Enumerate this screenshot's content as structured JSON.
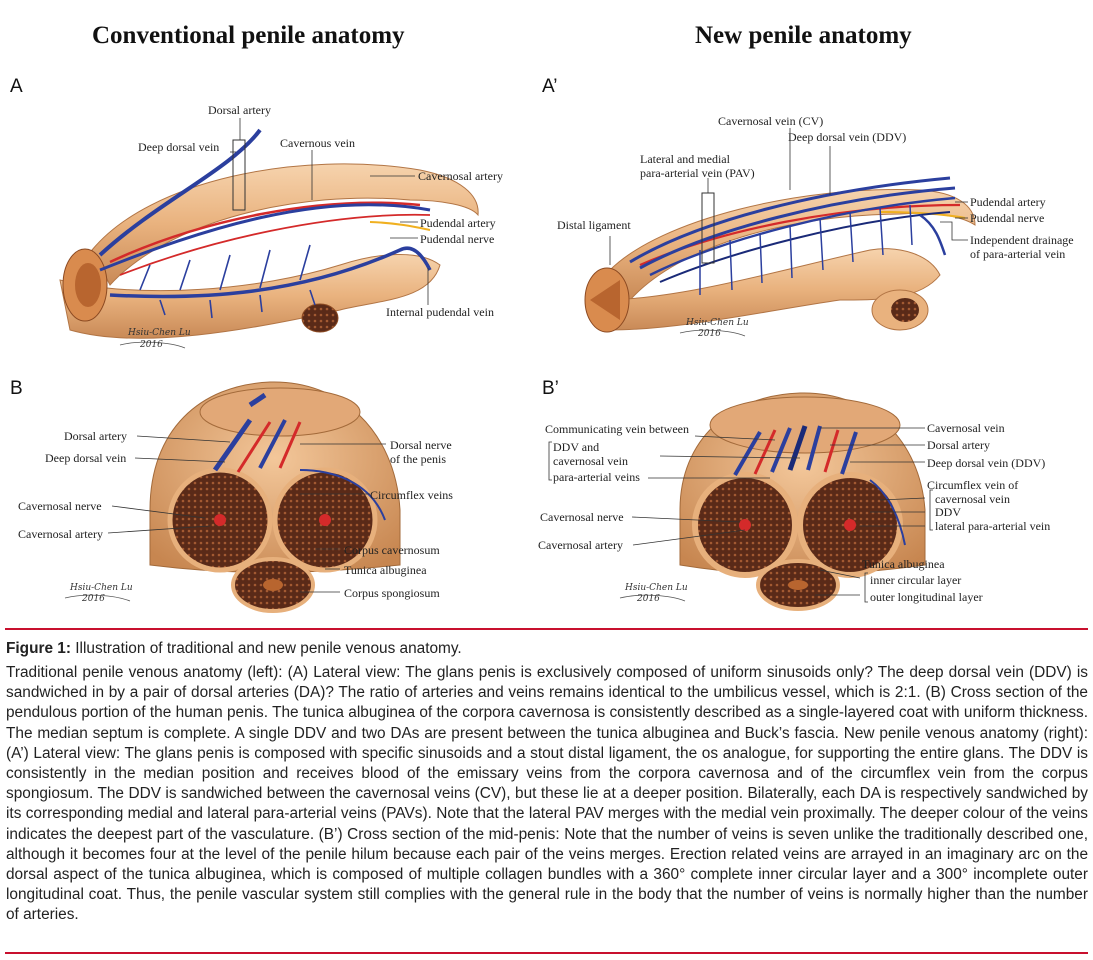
{
  "titles": {
    "left": "Conventional penile anatomy",
    "right": "New penile anatomy"
  },
  "panels": {
    "A": {
      "letter": "A",
      "labels": {
        "dorsal_artery": "Dorsal artery",
        "deep_dorsal_vein": "Deep dorsal vein",
        "cavernous_vein": "Cavernous vein",
        "cavernosal_artery": "Cavernosal artery",
        "pudendal_artery": "Pudendal artery",
        "pudendal_nerve": "Pudendal nerve",
        "internal_pudendal_vein": "Internal pudendal vein"
      }
    },
    "A_prime": {
      "letter": "A’",
      "labels": {
        "cavernosal_vein": "Cavernosal vein (CV)",
        "deep_dorsal_vein": "Deep dorsal vein (DDV)",
        "pav_line1": "Lateral and medial",
        "pav_line2": "para-arterial vein (PAV)",
        "distal_ligament": "Distal ligament",
        "pudendal_artery": "Pudendal artery",
        "pudendal_nerve": "Pudendal nerve",
        "independent_line1": "Independent drainage",
        "independent_line2": "of para-arterial vein"
      }
    },
    "B": {
      "letter": "B",
      "labels": {
        "dorsal_artery": "Dorsal artery",
        "deep_dorsal_vein": "Deep dorsal vein",
        "dorsal_nerve_line1": "Dorsal nerve",
        "dorsal_nerve_line2": "of the penis",
        "circumflex_veins": "Circumflex veins",
        "cavernosal_nerve": "Cavernosal nerve",
        "cavernosal_artery": "Cavernosal artery",
        "corpus_cavernosum": "Corpus cavernosum",
        "tunica_albuginea": "Tunica albuginea",
        "corpus_spongiosum": "Corpus spongiosum"
      }
    },
    "B_prime": {
      "letter": "B’",
      "labels": {
        "communicating": "Communicating vein between",
        "ddv_and": "DDV and",
        "cavernosal_vein_sub": "cavernosal vein",
        "para_arterial_veins": "para-arterial veins",
        "cavernosal_nerve": "Cavernosal nerve",
        "cavernosal_artery": "Cavernosal artery",
        "cavernosal_vein": "Cavernosal vein",
        "dorsal_artery": "Dorsal artery",
        "deep_dorsal_vein": "Deep dorsal vein (DDV)",
        "circumflex_line1": "Circumflex vein of",
        "circumflex_line2": "cavernosal vein",
        "ddv": "DDV",
        "lateral_pav": "lateral para-arterial vein",
        "tunica_albuginea": "Tunica albuginea",
        "inner_layer": "inner circular layer",
        "outer_layer": "outer longitudinal layer"
      }
    }
  },
  "signature": {
    "name": "Hsiu-Chen Lu",
    "year": "2016"
  },
  "figure": {
    "label": "Figure 1:",
    "title": "Illustration of traditional and new penile venous anatomy.",
    "caption": "Traditional penile venous anatomy (left):  (A) Lateral view: The glans penis is exclusively composed of uniform sinusoids only? The deep dorsal vein (DDV) is sandwiched in by a pair of dorsal arteries (DA)? The ratio of arteries and veins remains identical to the umbilicus vessel, which is 2:1. (B) Cross section of the pendulous portion of the human penis. The tunica albuginea of the corpora cavernosa is consistently described as a single-layered coat with uniform thickness. The median septum is complete. A single DDV and two DAs are present between the tunica albuginea and Buck’s fascia. New penile venous anatomy (right): (A’) Lateral view: The glans penis is composed with specific sinusoids and a stout distal ligament, the os analogue, for supporting the entire glans. The DDV is consistently in the median position and receives blood of the emissary veins from the corpora cavernosa and of the circumflex vein from the corpus spongiosum. The DDV is sandwiched between the cavernosal veins (CV), but these lie at a deeper position. Bilaterally, each DA is respectively sandwiched by its corresponding medial and lateral para-arterial veins (PAVs). Note that the lateral PAV merges with the medial vein proximally. The deeper colour of the veins indicates the deepest part of the vasculature. (B’) Cross section of the mid-penis: Note that the number of veins is seven unlike the traditionally described one, although it becomes four at the level of the penile hilum because each pair of the veins merges. Erection related veins are arrayed in an imaginary arc on the dorsal aspect of the tunica albuginea, which is composed of multiple collagen bundles with a 360° complete inner circular layer and a 300° incomplete outer longitudinal coat. Thus, the penile vascular system still complies with the general rule in the body that the number of veins is normally higher than the number of arteries."
  },
  "colors": {
    "accent_rule": "#c8102e",
    "vein_blue": "#2b3f9e",
    "artery_red": "#d42a2a",
    "nerve_yellow": "#f0b020",
    "tissue_tan": "#e7b07c",
    "sinusoid_brown": "#5a2a18"
  }
}
